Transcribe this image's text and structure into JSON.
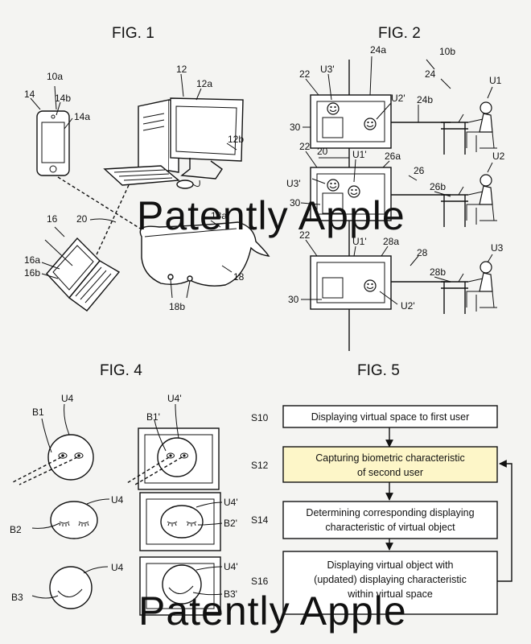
{
  "watermark": "Patently Apple",
  "fig1": {
    "title": "FIG. 1",
    "labels": {
      "l10a": "10a",
      "l14": "14",
      "l14b": "14b",
      "l14a": "14a",
      "l12": "12",
      "l12a": "12a",
      "l12b": "12b",
      "l16": "16",
      "l20": "20",
      "l18a": "18a",
      "l16a": "16a",
      "l16b": "16b",
      "l18": "18",
      "l18b": "18b"
    }
  },
  "fig2": {
    "title": "FIG. 2",
    "labels": {
      "l10b": "10b",
      "l24": "24",
      "l24a": "24a",
      "l24b": "24b",
      "l22a": "22",
      "l22b": "22",
      "l22c": "22",
      "u3p_a": "U3'",
      "u2p_a": "U2'",
      "u1": "U1",
      "l30a": "30",
      "l30b": "30",
      "l30c": "30",
      "l20": "20",
      "u1p_b": "U1'",
      "l26a": "26a",
      "l26": "26",
      "l26b": "26b",
      "u3p_b": "U3'",
      "u2": "U2",
      "u1p_c": "U1'",
      "l28a": "28a",
      "l28": "28",
      "l28b": "28b",
      "u3": "U3",
      "u2p_c": "U2'"
    }
  },
  "fig4": {
    "title": "FIG. 4",
    "labels": {
      "u4a": "U4",
      "u4b": "U4",
      "u4c": "U4",
      "u4pa": "U4'",
      "u4pb": "U4'",
      "u4pc": "U4'",
      "b1": "B1",
      "b1p": "B1'",
      "b2": "B2",
      "b2p": "B2'",
      "b3": "B3",
      "b3p": "B3'"
    }
  },
  "fig5": {
    "title": "FIG. 5",
    "steps": [
      {
        "id": "S10",
        "lines": [
          "Displaying virtual space to first user"
        ],
        "highlight": false
      },
      {
        "id": "S12",
        "lines": [
          "Capturing biometric characteristic",
          "of second user"
        ],
        "highlight": true
      },
      {
        "id": "S14",
        "lines": [
          "Determining corresponding displaying",
          "characteristic of virtual object"
        ],
        "highlight": false
      },
      {
        "id": "S16",
        "lines": [
          "Displaying virtual object with",
          "(updated) displaying characteristic",
          "within virtual space"
        ],
        "highlight": false
      }
    ]
  },
  "colors": {
    "highlight": "#fdf6c8",
    "ink": "#111111",
    "watermark": "#d2d2cc"
  }
}
